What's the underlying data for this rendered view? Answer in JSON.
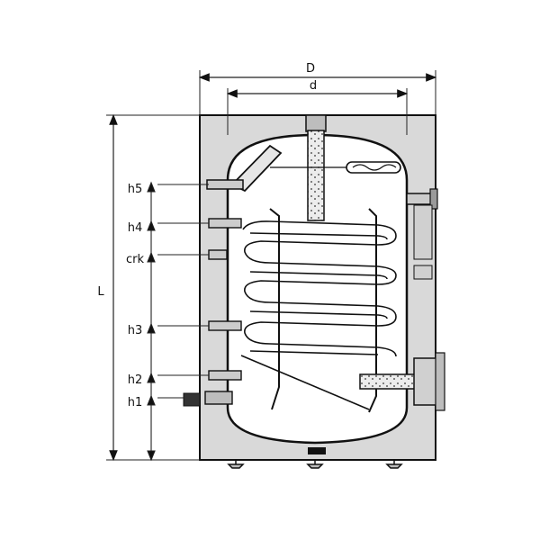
{
  "diagram": {
    "dimensions": {
      "outer_diameter": "D",
      "inner_diameter": "d",
      "length": "L"
    },
    "height_labels": [
      "h5",
      "h4",
      "crk",
      "h3",
      "h2",
      "h1"
    ]
  },
  "colors": {
    "line": "#111111",
    "jacket_fill": "#d9d9d9",
    "tank_fill": "#ffffff",
    "dimension_line": "#222222"
  }
}
